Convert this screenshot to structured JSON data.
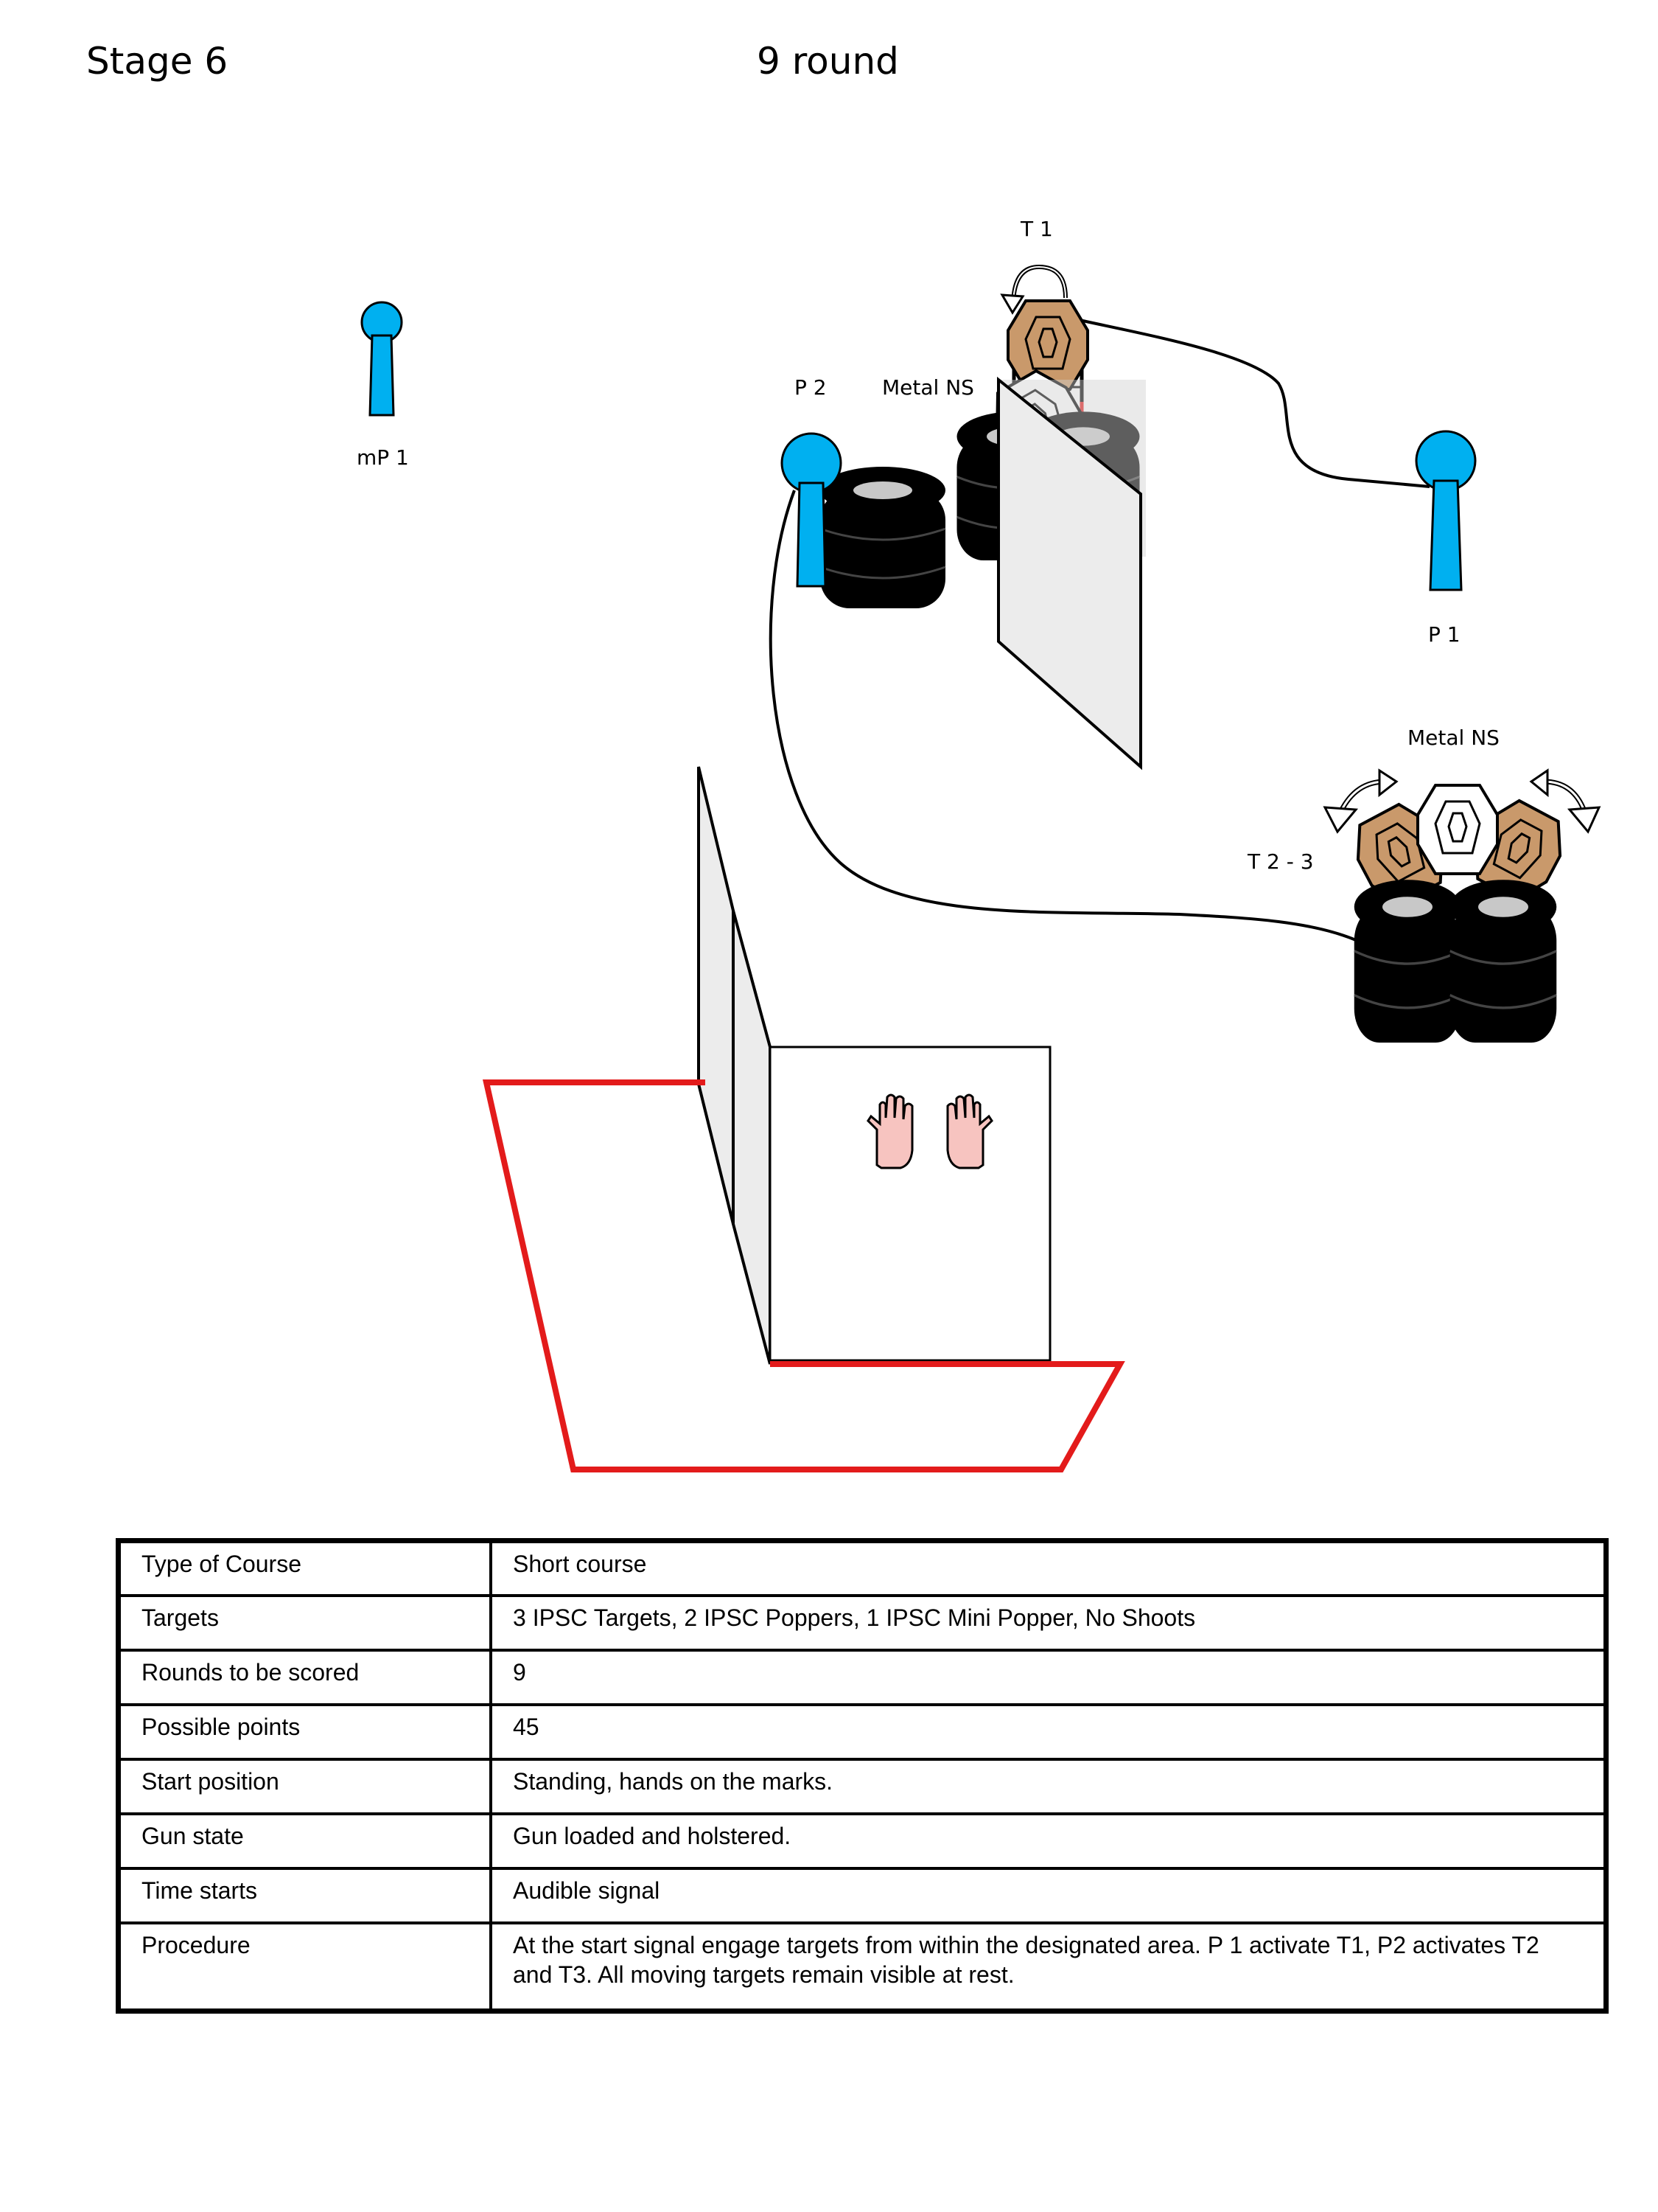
{
  "header": {
    "stage": "Stage 6",
    "rounds": "9 round"
  },
  "labels": {
    "t1": "T 1",
    "mp1": "mP 1",
    "p2": "P 2",
    "metal_ns_top": "Metal NS",
    "p1": "P 1",
    "metal_ns_right": "Metal NS",
    "t23": "T 2 - 3"
  },
  "colors": {
    "popper": "#00b0f0",
    "target": "#c9996b",
    "fault_line": "#e31b1b",
    "hands": "#f7c4c0"
  },
  "course": [
    {
      "key": "Type of Course",
      "value": "Short  course"
    },
    {
      "key": "Targets",
      "value": "3 IPSC Targets,  2 IPSC Poppers, 1 IPSC Mini Popper,  No Shoots"
    },
    {
      "key": "Rounds  to  be  scored",
      "value": "9"
    },
    {
      "key": "Possible points",
      "value": "45"
    },
    {
      "key": "Start position",
      "value": "Standing, hands on the marks."
    },
    {
      "key": "Gun state",
      "value": "Gun loaded and  holstered."
    },
    {
      "key": "Time starts",
      "value": "Audible signal"
    },
    {
      "key": "Procedure",
      "value": "At the start signal engage targets from within the designated area. P 1 activate T1, P2 activates T2 and T3. All moving  targets remain visible at rest."
    }
  ]
}
